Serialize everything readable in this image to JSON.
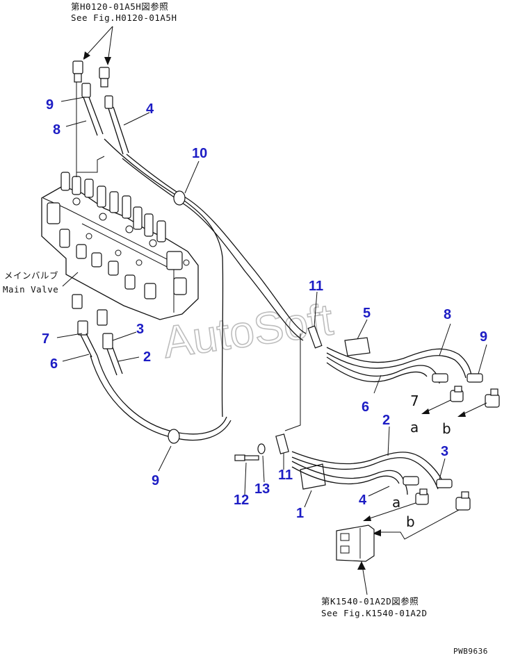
{
  "watermark": "AutoSoft",
  "references": {
    "top_jp": "第H0120-01A5H図参照",
    "top_en": "See Fig.H0120-01A5H",
    "bottom_jp": "第K1540-01A2D図参照",
    "bottom_en": "See Fig.K1540-01A2D"
  },
  "main_valve": {
    "label_jp": "メインバルブ",
    "label_en": "Main Valve"
  },
  "callouts": {
    "c9_top": "9",
    "c8_top": "8",
    "c4_top": "4",
    "c10": "10",
    "c11_top": "11",
    "c5": "5",
    "c8_right": "8",
    "c9_right": "9",
    "c3_left": "3",
    "c7": "7",
    "c2_left": "2",
    "c6_left": "6",
    "c6_mid": "6",
    "c2_right": "2",
    "c3_right": "3",
    "c9_bottom": "9",
    "c12": "12",
    "c13": "13",
    "c11_bottom": "11",
    "c4_bottom": "4",
    "c1": "1"
  },
  "connection_letters": {
    "a_upper": "a",
    "b_upper": "b",
    "seven_upper": "7",
    "a_lower": "a",
    "b_lower": "b"
  },
  "drawing_code": "PWB9636"
}
